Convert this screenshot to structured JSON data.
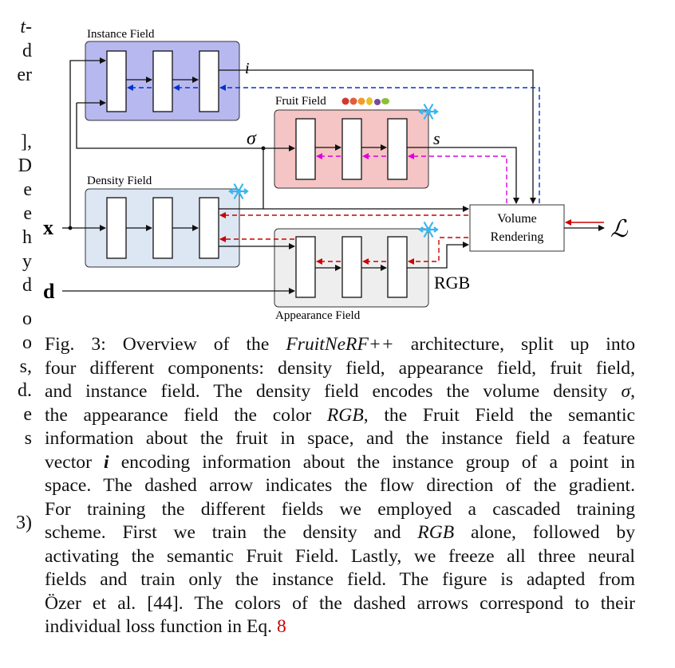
{
  "left_column_fragments": [
    "t-",
    "d",
    "er",
    "],",
    "D",
    "e",
    "e",
    "h",
    "y",
    "d",
    "o",
    "o",
    "s,",
    "d.",
    "e",
    "s",
    "3)"
  ],
  "diagram": {
    "instance_field_label": "Instance Field",
    "fruit_field_label": "Fruit Field",
    "density_field_label": "Density Field",
    "appearance_field_label": "Appearance Field",
    "volume_rendering_line1": "Volume",
    "volume_rendering_line2": "Rendering",
    "symbol_i": "i",
    "symbol_sigma": "σ",
    "symbol_s": "s",
    "symbol_x": "x",
    "symbol_d": "d",
    "symbol_rgb": "RGB",
    "symbol_loss": "ℒ",
    "colors": {
      "instance_fill": "#b8b8f0",
      "fruit_fill": "#f5c4c4",
      "density_fill": "#dde6f3",
      "appearance_fill": "#eeeeee",
      "instance_grad": "#0033cc",
      "fruit_grad": "#dd00dd",
      "density_grad": "#cc0000",
      "snowflake": "#39b5f0"
    },
    "icons": [
      "fruit-icons",
      "snowflake-icon"
    ]
  },
  "caption": {
    "lines": [
      [
        "Fig. 3: Overview of the ",
        {
          "i": "FruitNeRF++"
        },
        " architecture, split up into"
      ],
      [
        "four different components: density field, appearance field, fruit field,"
      ],
      [
        "and instance field. The density field encodes the volume density ",
        {
          "i": "σ"
        },
        ","
      ],
      [
        "the appearance field the color ",
        {
          "i": "RGB"
        },
        ", the Fruit Field the semantic"
      ],
      [
        "information about the fruit in space, and the instance field a feature"
      ],
      [
        "vector ",
        {
          "b": "i"
        },
        " encoding information about the instance group of a point in"
      ],
      [
        "space. The dashed arrow indicates the flow direction of the gradient."
      ],
      [
        "For training the different fields we employed a cascaded training"
      ],
      [
        "scheme. First we train the density and ",
        {
          "i": "RGB"
        },
        " alone, followed by"
      ],
      [
        "activating the semantic Fruit Field. Lastly, we freeze all three neural"
      ],
      [
        "fields and train only the instance field. The figure is adapted from"
      ],
      [
        "Özer et al. [44]. The colors of the dashed arrows correspond to their"
      ],
      [
        "individual loss function in Eq. ",
        {
          "r": "8"
        }
      ]
    ]
  }
}
